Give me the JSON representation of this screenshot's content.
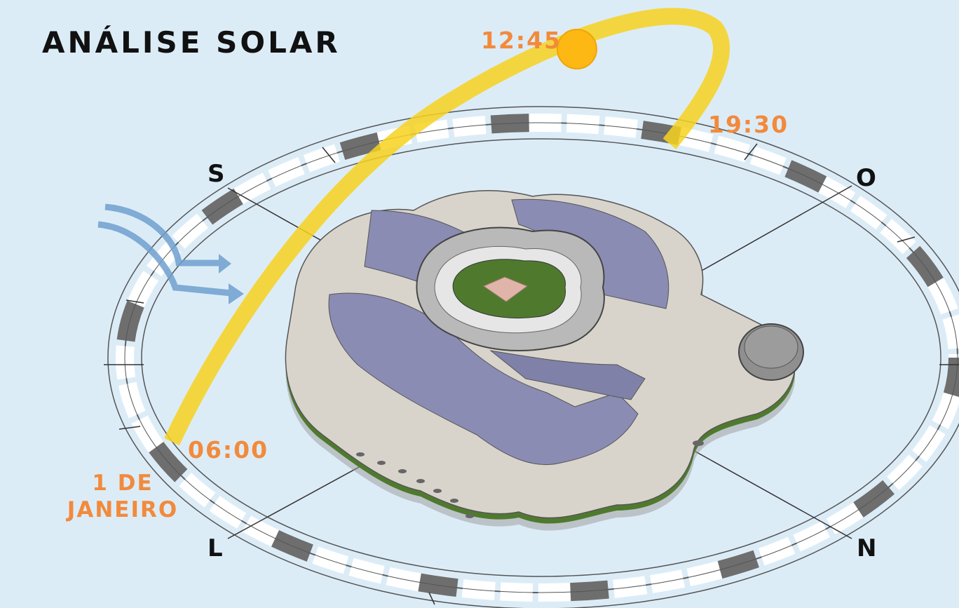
{
  "title": "ANÁLISE SOLAR",
  "times": {
    "noon": "12:45",
    "sunset": "19:30",
    "sunrise": "06:00"
  },
  "date": {
    "line1": "1 DE",
    "line2": "JANEIRO"
  },
  "cardinals": {
    "south": "S",
    "west": "O",
    "east": "L",
    "north": "N"
  },
  "colors": {
    "background": "#dcecf7",
    "sun_path": "#f7d21e",
    "sun": "#fdb813",
    "accent_text": "#f28a3c",
    "wind": "#6fa0d0",
    "roof": "#8a8cb3",
    "green": "#4f7a2e"
  },
  "icons": {
    "wind": "wind-arrows-icon",
    "sun": "sun-icon"
  }
}
